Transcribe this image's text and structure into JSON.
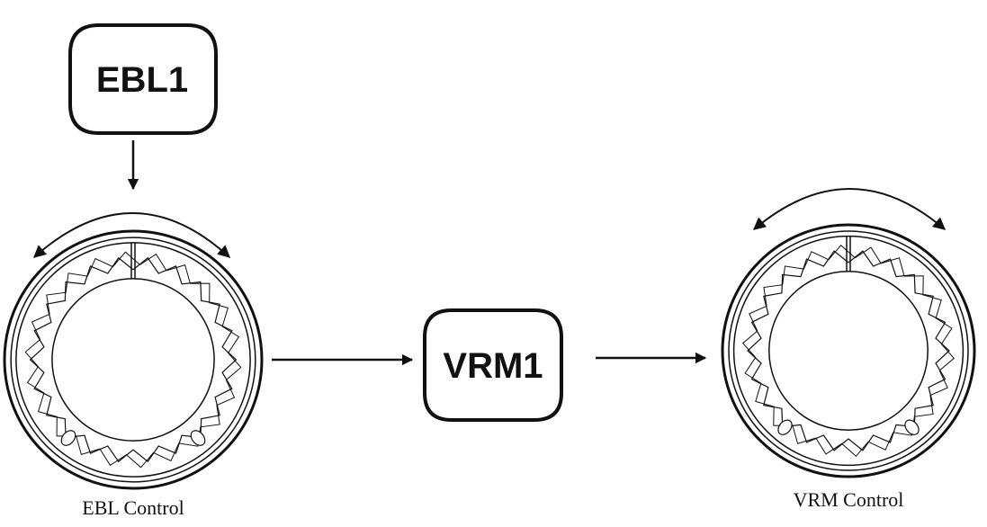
{
  "keys": {
    "ebl": "EBL1",
    "vrm": "VRM1"
  },
  "captions": {
    "ebl": "EBL Control",
    "vrm": "VRM Control"
  }
}
